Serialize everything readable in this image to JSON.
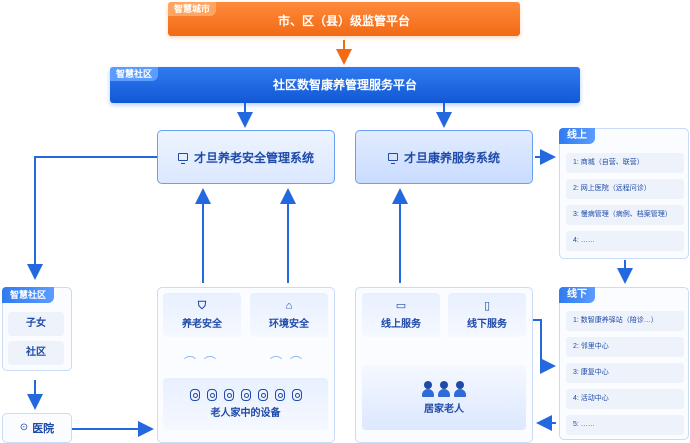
{
  "top": {
    "tag": "智慧城市",
    "title": "市、区（县）级监管平台"
  },
  "platform": {
    "tag": "智慧社区",
    "title": "社区数智康养管理服务平台"
  },
  "systems": {
    "left": "才旦养老安全管理系统",
    "right": "才旦康养服务系统"
  },
  "online": {
    "tag": "线上",
    "items": [
      "1:  商城（自营、联营）",
      "2:  网上医院（远程问诊）",
      "3:  慢病管理（病例、档案管理）",
      "4:  ……"
    ]
  },
  "offline": {
    "tag": "线下",
    "items": [
      "1:  数智康养驿站（陪诊…）",
      "2:  邻里中心",
      "3:  康复中心",
      "4:  活动中心",
      "5:  ……"
    ]
  },
  "community": {
    "tag": "智慧社区",
    "items": [
      "子女",
      "社区"
    ]
  },
  "hospital": {
    "label": "医院"
  },
  "safety": {
    "elder_safety": "养老安全",
    "env_safety": "环境安全",
    "devices_label": "老人家中的设备"
  },
  "services": {
    "online_service": "线上服务",
    "offline_service": "线下服务",
    "elders_label": "居家老人"
  },
  "colors": {
    "orange": "#f26a14",
    "blue": "#1258d6",
    "arrow_blue": "#2468e0"
  }
}
